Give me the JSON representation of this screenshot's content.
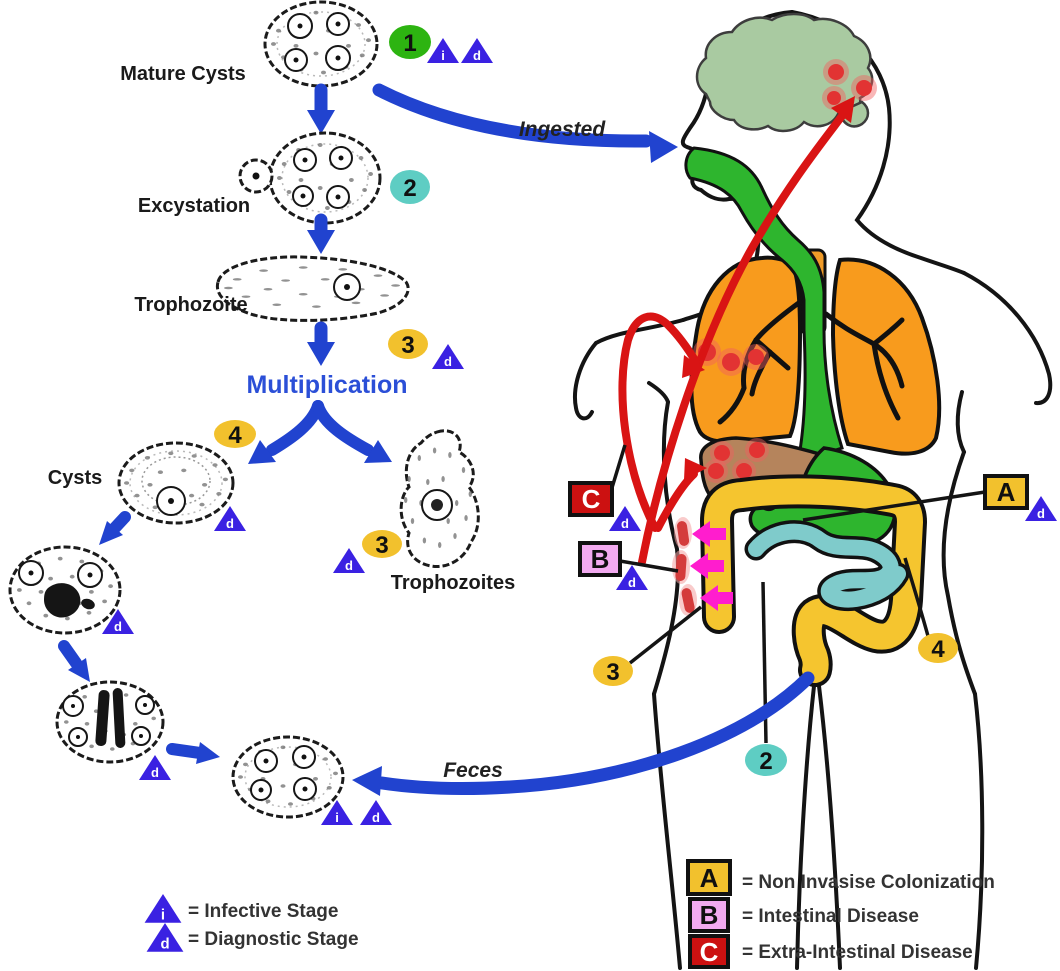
{
  "stages": {
    "mature_cysts": "Mature Cysts",
    "excystation": "Excystation",
    "trophozoite": "Trophozoite",
    "multiplication": "Multiplication",
    "cysts": "Cysts",
    "trophozoites": "Trophozoites"
  },
  "flow": {
    "ingested": "Ingested",
    "feces": "Feces"
  },
  "steps": {
    "s1": "1",
    "s2": "2",
    "s3": "3",
    "s4": "4"
  },
  "markers": {
    "a": "A",
    "b": "B",
    "c": "C",
    "infective": "i",
    "diagnostic": "d"
  },
  "legend_stage": [
    {
      "symbol": "i",
      "label": "= Infective Stage"
    },
    {
      "symbol": "d",
      "label": "= Diagnostic Stage"
    }
  ],
  "legend_disease": [
    {
      "symbol": "A",
      "label": "= Non Invasise Colonization"
    },
    {
      "symbol": "B",
      "label": "= Intestinal Disease"
    },
    {
      "symbol": "C",
      "label": "= Extra-Intestinal Disease"
    }
  ],
  "colors": {
    "arrow_blue": "#2143cf",
    "triangle_blue": "#3a21e2",
    "multiplication_blue": "#2b4fd7",
    "step1_green": "#2db411",
    "step2_cyan": "#5ecdc3",
    "step_gold": "#f2c12d",
    "badge_b_pink": "#f2aaf0",
    "badge_c_red": "#cc1111",
    "lung_orange": "#f89b1d",
    "digestive_green": "#2eb52e",
    "liver_brown": "#b5845c",
    "colon_gold": "#f5c52f",
    "intestine_teal": "#7fcbcb",
    "brain_green": "#a9caa1",
    "lesion_red": "#d91414",
    "invasion_magenta": "#ff1dce"
  }
}
